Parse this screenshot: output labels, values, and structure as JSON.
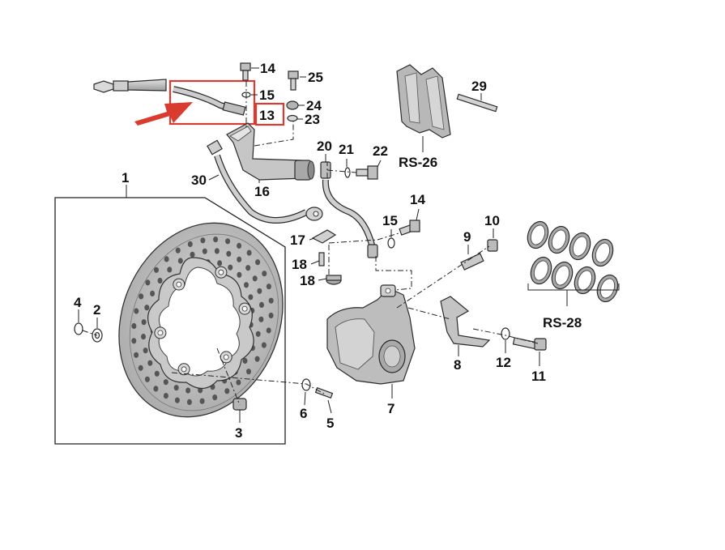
{
  "diagram": {
    "callouts": {
      "c1": "1",
      "c2": "2",
      "c3": "3",
      "c4": "4",
      "c5": "5",
      "c6": "6",
      "c7": "7",
      "c8": "8",
      "c9": "9",
      "c10": "10",
      "c11": "11",
      "c12": "12",
      "c13": "13",
      "c14a": "14",
      "c14b": "14",
      "c15a": "15",
      "c15b": "15",
      "c16": "16",
      "c17": "17",
      "c18a": "18",
      "c18b": "18",
      "c20": "20",
      "c21": "21",
      "c22": "22",
      "c23": "23",
      "c24": "24",
      "c25": "25",
      "c29": "29",
      "c30": "30",
      "rs26": "RS-26",
      "rs28": "RS-28"
    },
    "colors": {
      "highlight": "#d93b2e",
      "part_fill": "#bdbdbd",
      "part_dark": "#8f8f8f",
      "line": "#222222"
    }
  }
}
